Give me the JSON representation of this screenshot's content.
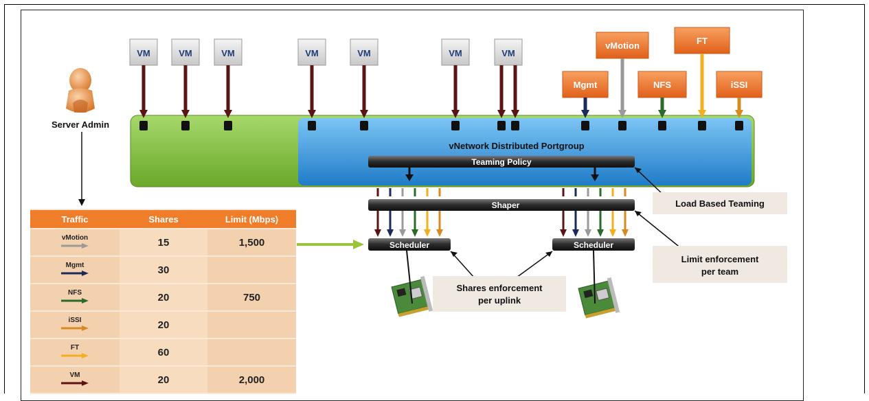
{
  "vm_label": "VM",
  "service_nodes": [
    "vMotion",
    "FT",
    "Mgmt",
    "NFS",
    "iSSI"
  ],
  "server_admin_label": "Server Admin",
  "portgroup_label": "vNetwork Distributed Portgroup",
  "teaming_policy_label": "Teaming Policy",
  "shaper_label": "Shaper",
  "scheduler_label": "Scheduler",
  "callouts": {
    "load_based_teaming": "Load Based Teaming",
    "limit_enforcement_line1": "Limit enforcement",
    "limit_enforcement_line2": "per team",
    "shares_enforcement_line1": "Shares enforcement",
    "shares_enforcement_line2": "per uplink"
  },
  "colors": {
    "vm": "#5a1414",
    "vmotion": "#9a9a9a",
    "mgmt": "#1a2a5a",
    "nfs": "#2a6a2a",
    "issi": "#d88a20",
    "ft": "#f0b020",
    "orange_box": "#f07d2a",
    "green_band": "#86c23e",
    "blue_band": "#2f8fd8"
  },
  "table": {
    "headers": [
      "Traffic",
      "Shares",
      "Limit (Mbps)"
    ],
    "rows": [
      {
        "traffic": "vMotion",
        "shares": "15",
        "limit": "1,500",
        "color": "#9a9a9a"
      },
      {
        "traffic": "Mgmt",
        "shares": "30",
        "limit": "",
        "color": "#1a2a5a"
      },
      {
        "traffic": "NFS",
        "shares": "20",
        "limit": "750",
        "color": "#2a6a2a"
      },
      {
        "traffic": "iSSI",
        "shares": "20",
        "limit": "",
        "color": "#d88a20"
      },
      {
        "traffic": "FT",
        "shares": "60",
        "limit": "",
        "color": "#f0b020"
      },
      {
        "traffic": "VM",
        "shares": "20",
        "limit": "2,000",
        "color": "#5a1414"
      }
    ]
  }
}
